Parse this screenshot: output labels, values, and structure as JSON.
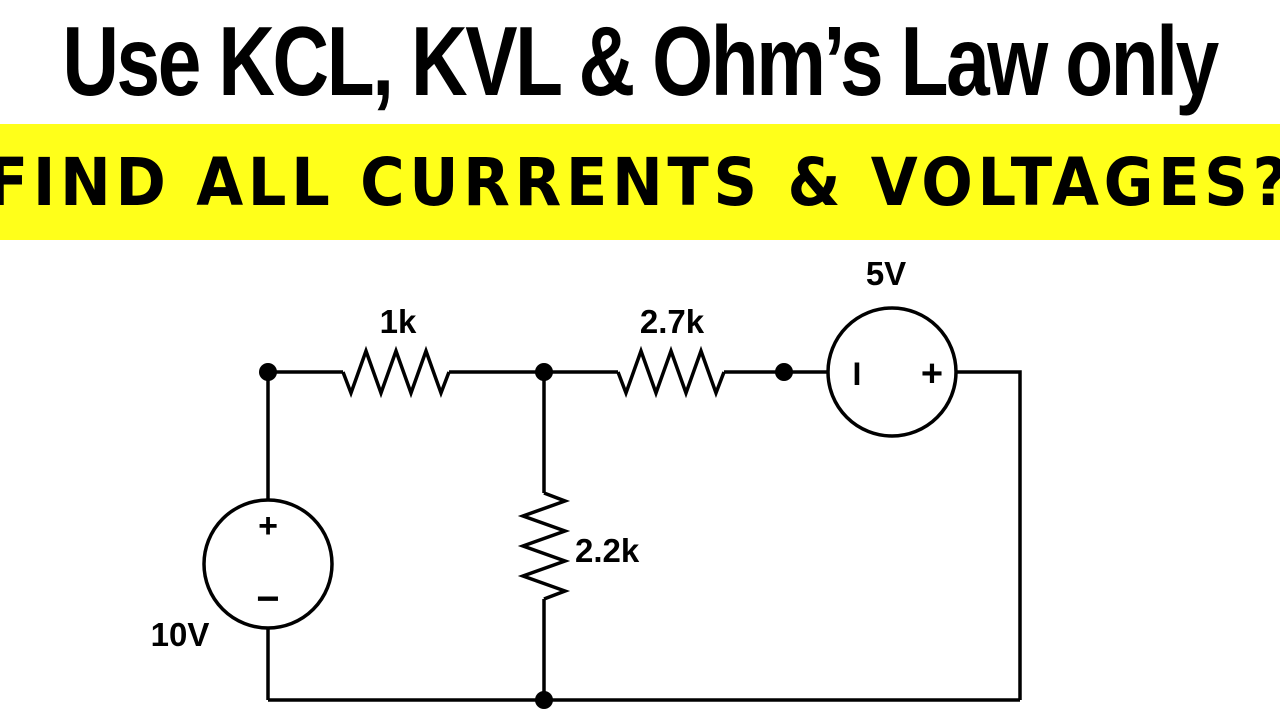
{
  "header": {
    "title": "Use KCL, KVL & Ohm’s Law only",
    "subtitle": "FIND ALL CURRENTS & VOLTAGES?"
  },
  "circuit": {
    "r1": {
      "label": "1k"
    },
    "r2": {
      "label": "2.7k"
    },
    "r3": {
      "label": "2.2k"
    },
    "v1": {
      "label": "10V",
      "plus": "+",
      "minus": "−"
    },
    "v2": {
      "label": "5V",
      "minus": "I",
      "plus": "+"
    }
  },
  "colors": {
    "banner": "#ffff1a",
    "ink": "#000000"
  }
}
